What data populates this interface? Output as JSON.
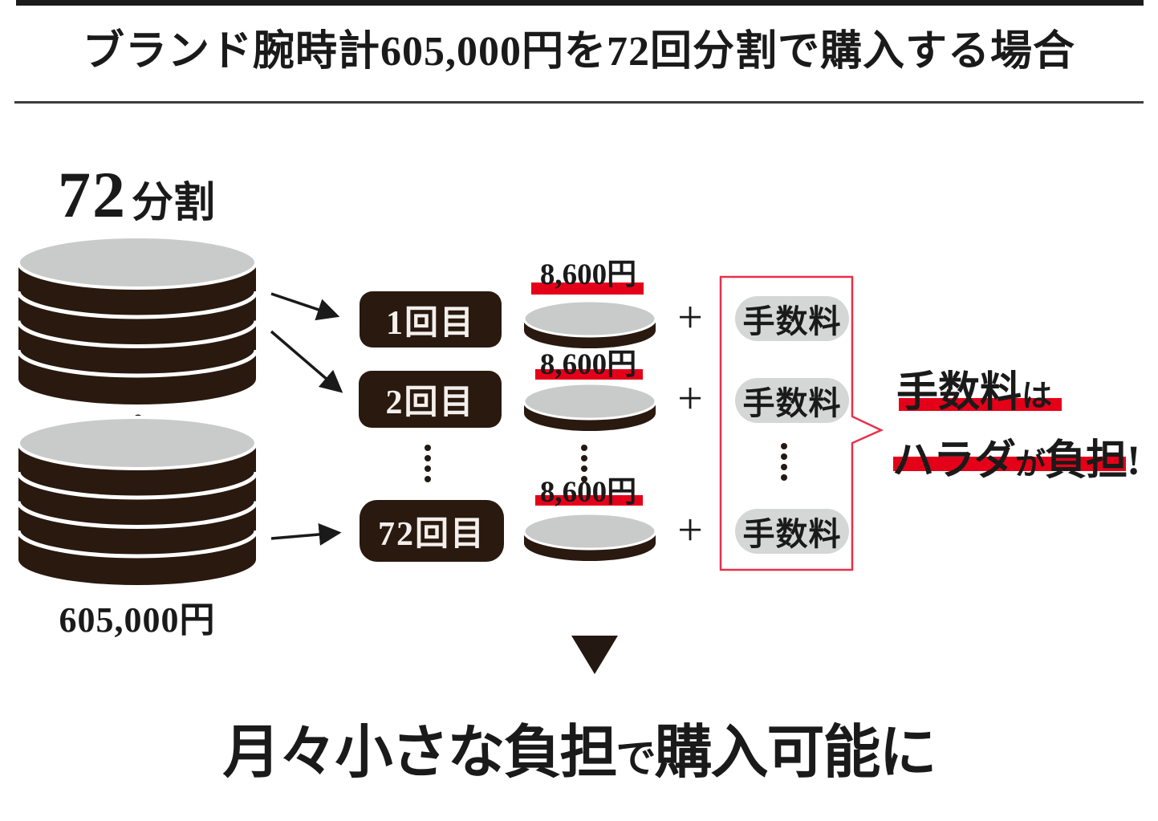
{
  "header": {
    "title": "ブランド腕時計605,000円を72回分割で購入する場合"
  },
  "stack": {
    "label_number": "72",
    "label_unit": "分割",
    "total_price": "605,000円"
  },
  "installments": {
    "plus_sign": "+",
    "rows": [
      {
        "label": "1回目",
        "amount": "8,600円",
        "fee": "手数料"
      },
      {
        "label": "2回目",
        "amount": "8,600円",
        "fee": "手数料"
      },
      {
        "label": "72回目",
        "amount": "8,600円",
        "fee": "手数料"
      }
    ]
  },
  "callout": {
    "line1_main": "手数料",
    "line1_particle": "は",
    "line2_main": "ハラダ",
    "line2_particle": "が",
    "line2_rest": "負担!"
  },
  "conclusion": {
    "part1": "月々小さな負担",
    "particle": "で",
    "part2": "購入可能に"
  },
  "colors": {
    "ink_dark": "#29190f",
    "coin_top_gray": "#c9caca",
    "pill_gray": "#d5d6d6",
    "accent_red": "#e50019",
    "box_border_red": "#e8304a",
    "text": "#1a1a1a"
  }
}
